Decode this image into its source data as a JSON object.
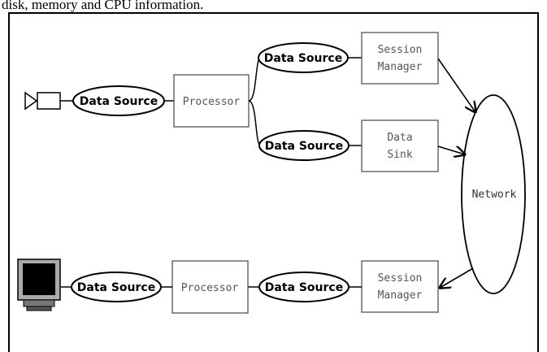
{
  "caption": "disk, memory and CPU information.",
  "diagram": {
    "data_source_label": "Data Source",
    "processor_label": "Processor",
    "session_manager_line1": "Session",
    "session_manager_line2": "Manager",
    "data_sink_line1": "Data",
    "data_sink_line2": "Sink",
    "network_label": "Network"
  }
}
